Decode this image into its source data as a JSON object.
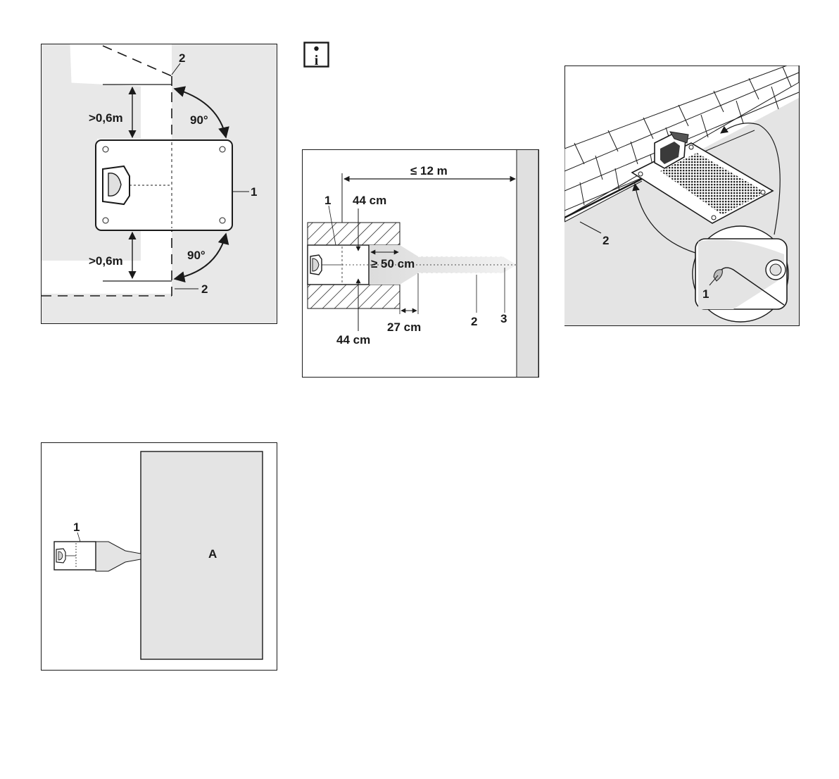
{
  "fig_station_spacing": {
    "dist_top": ">0,6m",
    "dist_bottom": ">0,6m",
    "angle_top": "90°",
    "angle_bottom": "90°",
    "callout_1": "1",
    "callout_2_top": "2",
    "callout_2_bottom": "2"
  },
  "info_icon": {
    "glyph": "i"
  },
  "fig_corridor": {
    "max_distance": "≤ 12 m",
    "width_top": "44 cm",
    "width_bottom": "44 cm",
    "min_length": "≥ 50 cm",
    "offset": "27 cm",
    "callout_1": "1",
    "callout_2": "2",
    "callout_3": "3"
  },
  "fig_wall_mount": {
    "callout_1": "1",
    "callout_2": "2"
  },
  "fig_area": {
    "callout_1": "1",
    "area_label": "A"
  }
}
